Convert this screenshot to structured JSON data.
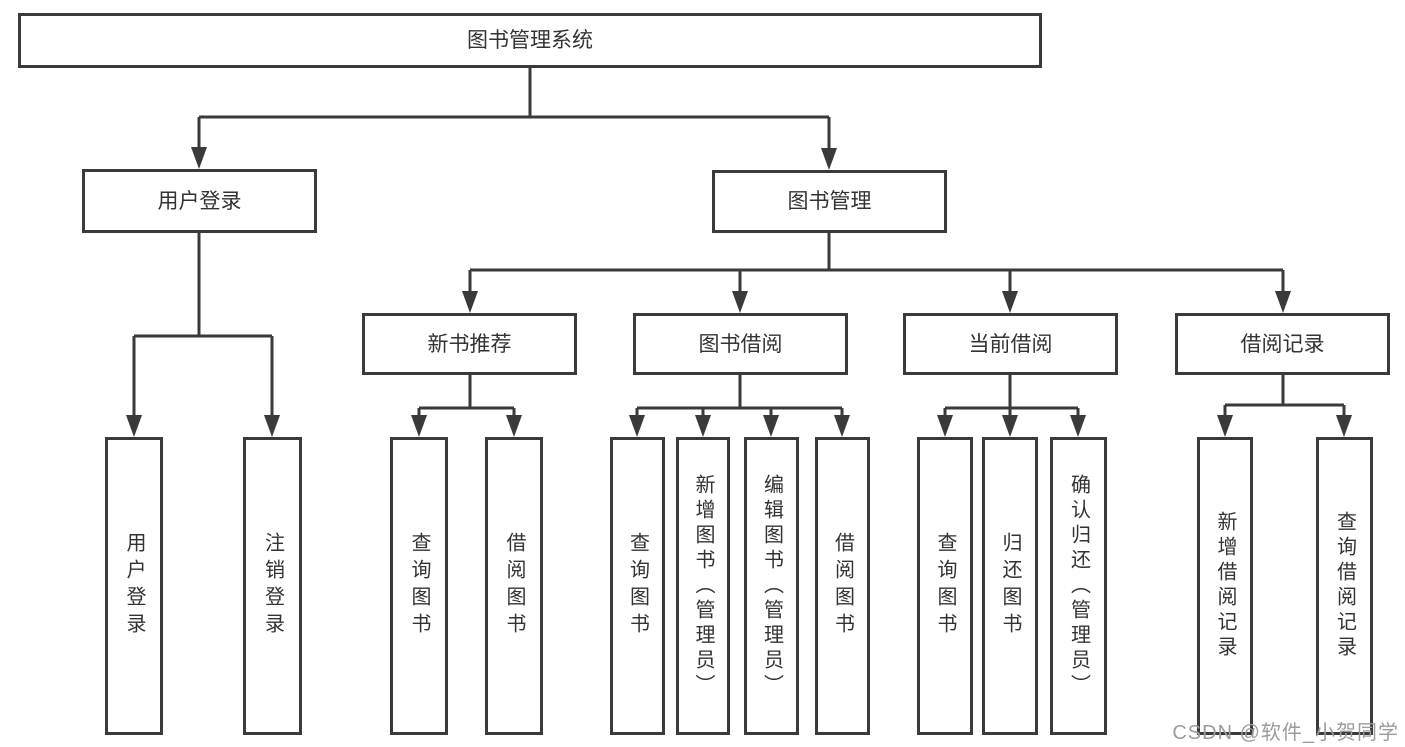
{
  "diagram": {
    "root": {
      "label": "图书管理系统"
    },
    "children": [
      {
        "label": "用户登录",
        "children": [
          {
            "label": "用户登录"
          },
          {
            "label": "注销登录"
          }
        ]
      },
      {
        "label": "图书管理",
        "children": [
          {
            "label": "新书推荐",
            "children": [
              {
                "label": "查询图书"
              },
              {
                "label": "借阅图书"
              }
            ]
          },
          {
            "label": "图书借阅",
            "children": [
              {
                "label": "查询图书"
              },
              {
                "label": "新增图书（管理员）"
              },
              {
                "label": "编辑图书（管理员）"
              },
              {
                "label": "借阅图书"
              }
            ]
          },
          {
            "label": "当前借阅",
            "children": [
              {
                "label": "查询图书"
              },
              {
                "label": "归还图书"
              },
              {
                "label": "确认归还（管理员）"
              }
            ]
          },
          {
            "label": "借阅记录",
            "children": [
              {
                "label": "新增借阅记录"
              },
              {
                "label": "查询借阅记录"
              }
            ]
          }
        ]
      }
    ]
  },
  "watermark": {
    "text": "CSDN @软件_小贺同学"
  },
  "colors": {
    "line": "#3a3a3a",
    "box_border": "#3a3a3a",
    "box_fill": "#ffffff",
    "text": "#333333",
    "watermark": "#9c9c9c",
    "background": "#ffffff"
  }
}
